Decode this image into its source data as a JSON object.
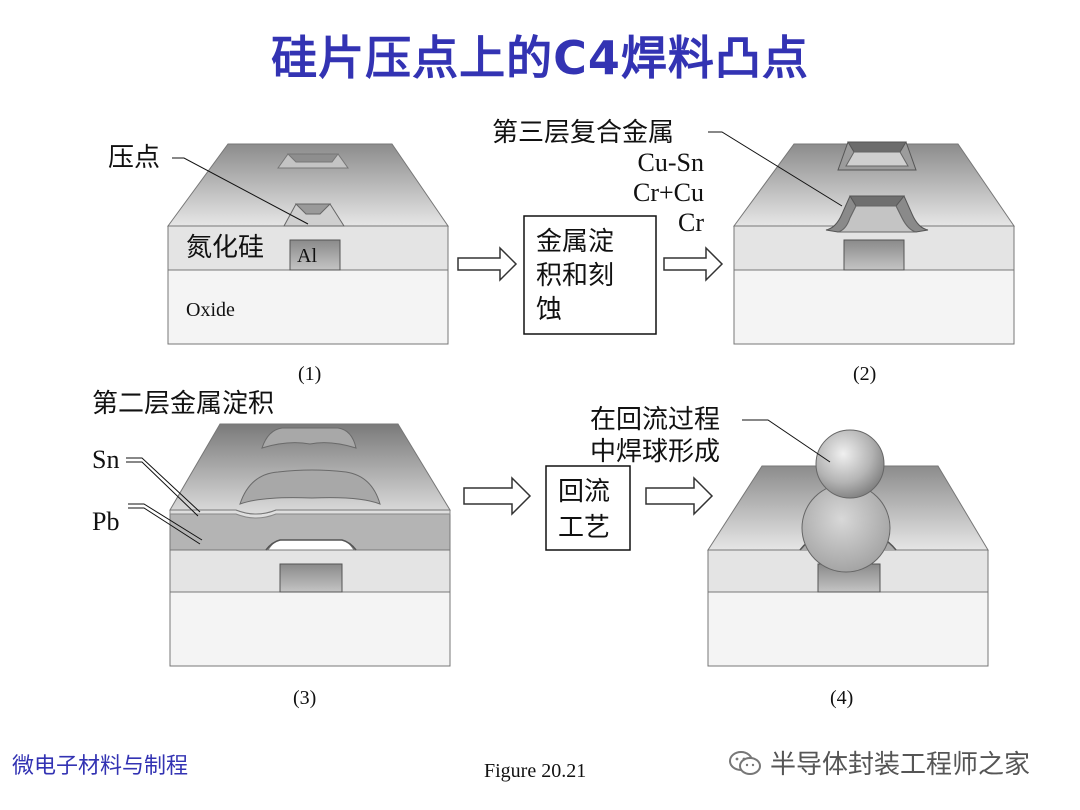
{
  "title": "硅片压点上的C4焊料凸点",
  "panel1": {
    "pad_label": "压点",
    "nitride_label": "氮化硅",
    "al_label": "Al",
    "oxide_label": "Oxide",
    "caption": "(1)"
  },
  "step1": {
    "line1": "金属淀",
    "line2": "积和刻",
    "line3": "蚀"
  },
  "panel2": {
    "stack_title": "第三层复合金属",
    "layer1": "Cu-Sn",
    "layer2": "Cr+Cu",
    "layer3": "Cr",
    "caption": "(2)"
  },
  "panel3": {
    "stack_title": "第二层金属淀积",
    "sn_label": "Sn",
    "pb_label": "Pb",
    "caption": "(3)"
  },
  "step2": {
    "line1": "回流",
    "line2": "工艺"
  },
  "panel4": {
    "line1": "在回流过程",
    "line2": "中焊球形成",
    "caption": "(4)"
  },
  "footer": {
    "left": "微电子材料与制程",
    "figure": "Figure 20.21",
    "right": "半导体封装工程师之家"
  }
}
